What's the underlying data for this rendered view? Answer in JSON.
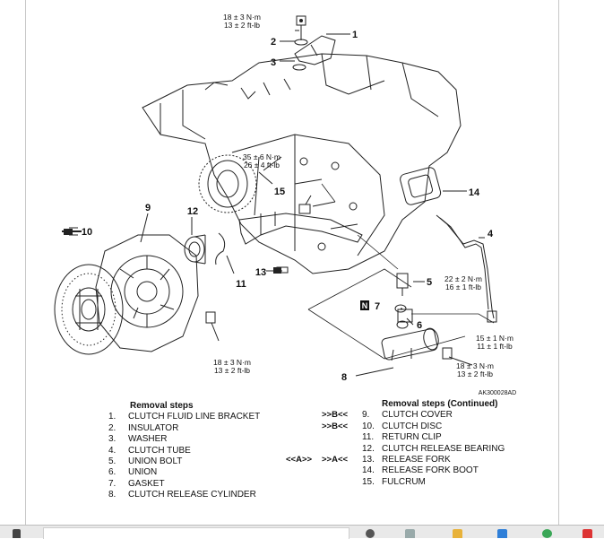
{
  "diagram": {
    "figure_code": "AK300028AD",
    "torques": {
      "t1": {
        "nm": "18 ± 3 N·m",
        "ftlb": "13 ± 2 ft-lb"
      },
      "t2": {
        "nm": "35 ± 6 N·m",
        "ftlb": "26 ± 4 ft-lb"
      },
      "t3": {
        "nm": "22 ± 2 N·m",
        "ftlb": "16 ± 1 ft-lb"
      },
      "t4": {
        "nm": "15 ± 1 N·m",
        "ftlb": "11 ± 1 ft-lb"
      },
      "t5": {
        "nm": "18 ± 3 N·m",
        "ftlb": "13 ± 2 ft-lb"
      },
      "t6": {
        "nm": "18 ± 3 N·m",
        "ftlb": "13 ± 2 ft-lb"
      }
    },
    "callouts": {
      "c1": "1",
      "c2": "2",
      "c3": "3",
      "c4": "4",
      "c5": "5",
      "c6": "6",
      "c7": "7",
      "c8": "8",
      "c9": "9",
      "c10": "10",
      "c11": "11",
      "c12": "12",
      "c13": "13",
      "c14": "14",
      "c15": "15"
    },
    "n_box": "N"
  },
  "removal_left": {
    "heading": "Removal steps",
    "items": [
      {
        "num": "1.",
        "label": "CLUTCH FLUID LINE BRACKET"
      },
      {
        "num": "2.",
        "label": "INSULATOR"
      },
      {
        "num": "3.",
        "label": "WASHER"
      },
      {
        "num": "4.",
        "label": "CLUTCH TUBE"
      },
      {
        "num": "5.",
        "label": "UNION BOLT"
      },
      {
        "num": "6.",
        "label": "UNION"
      },
      {
        "num": "7.",
        "label": "GASKET"
      },
      {
        "num": "8.",
        "label": "CLUTCH RELEASE CYLINDER"
      }
    ]
  },
  "removal_right": {
    "heading": "Removal steps (Continued)",
    "items": [
      {
        "pre": "",
        "mark": ">>B<<",
        "num": "9.",
        "label": "CLUTCH COVER"
      },
      {
        "pre": "",
        "mark": ">>B<<",
        "num": "10.",
        "label": "CLUTCH DISC"
      },
      {
        "pre": "",
        "mark": "",
        "num": "11.",
        "label": "RETURN CLIP"
      },
      {
        "pre": "",
        "mark": "",
        "num": "12.",
        "label": "CLUTCH RELEASE BEARING"
      },
      {
        "pre": "<<A>>",
        "mark": ">>A<<",
        "num": "13.",
        "label": "RELEASE FORK"
      },
      {
        "pre": "",
        "mark": "",
        "num": "14.",
        "label": "RELEASE FORK BOOT"
      },
      {
        "pre": "",
        "mark": "",
        "num": "15.",
        "label": "FULCRUM"
      }
    ]
  }
}
